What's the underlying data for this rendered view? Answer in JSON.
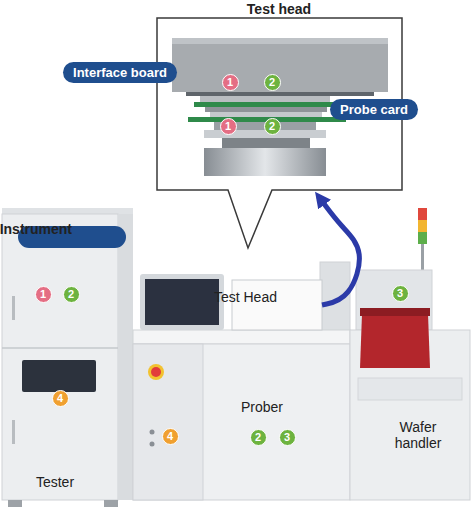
{
  "diagram": {
    "nodes": [
      {
        "text": [
          "Test head"
        ]
      },
      {
        "text": [
          "Interface board"
        ]
      },
      {
        "text": [
          "Probe card"
        ]
      },
      {
        "text": [
          "Tester"
        ]
      },
      {
        "text": [
          "Instrument"
        ],
        "in": 3
      },
      {
        "text": [
          "Prober"
        ]
      },
      {
        "text": [
          "Test Head"
        ],
        "in": 5
      },
      {
        "text": [
          "Wafer handler"
        ]
      }
    ],
    "edges": [
      {
        "from": 6,
        "to": 0,
        "arrow": "to"
      }
    ],
    "labels": [
      "1",
      "2",
      "1",
      "2",
      "1",
      "2",
      "3",
      "4",
      "4",
      "2",
      "3"
    ]
  }
}
